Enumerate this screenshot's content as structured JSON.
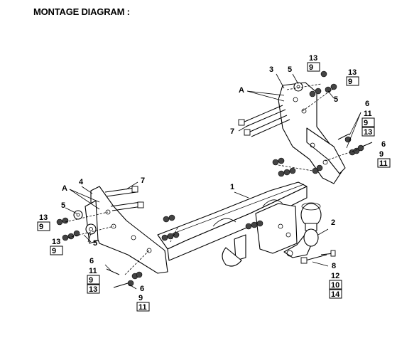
{
  "title": "MONTAGE DIAGRAM :",
  "labels": {
    "l1": "1",
    "l2": "2",
    "l3": "3",
    "l4": "4",
    "l5a": "5",
    "l5b": "5",
    "l5c": "5",
    "l5d": "5",
    "l6a": "6",
    "l6b": "6",
    "l6c": "6",
    "l6d": "6",
    "l7a": "7",
    "l7b": "7",
    "l8": "8",
    "A1": "A",
    "A2": "A",
    "s_top1": [
      "13",
      "9"
    ],
    "s_top2": [
      "13",
      "9"
    ],
    "s_r6": [
      "11",
      "9",
      "13"
    ],
    "s_r6b": [
      "9",
      "11"
    ],
    "s_l1": [
      "13",
      "9"
    ],
    "s_l2": [
      "13",
      "9"
    ],
    "s_b6": [
      "11",
      "9",
      "13"
    ],
    "s_b6b": [
      "9",
      "11"
    ],
    "s_8": [
      "12",
      "10",
      "14"
    ]
  }
}
